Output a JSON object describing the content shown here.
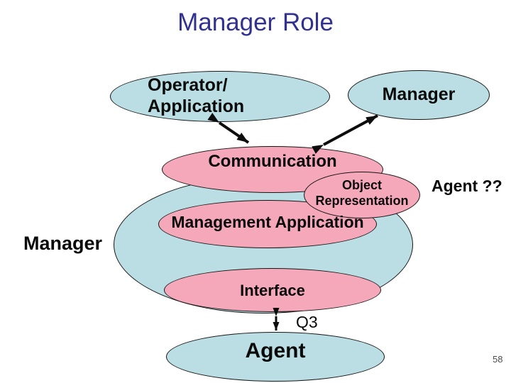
{
  "slide": {
    "title": "Manager Role",
    "page_number": "58"
  },
  "nodes": {
    "operator_application": {
      "line1": "Operator/",
      "line2": "Application",
      "shape": "ellipse",
      "fill": "blue"
    },
    "manager_top": {
      "label": "Manager",
      "shape": "ellipse",
      "fill": "blue"
    },
    "communication": {
      "label": "Communication",
      "shape": "ellipse",
      "fill": "pink"
    },
    "object_representation": {
      "line1": "Object",
      "line2": "Representation",
      "shape": "ellipse",
      "fill": "pink"
    },
    "management_application": {
      "label": "Management Application",
      "shape": "ellipse",
      "fill": "pink"
    },
    "manager_blob": {
      "label": "",
      "shape": "ellipse",
      "fill": "blue"
    },
    "interface": {
      "label": "Interface",
      "shape": "ellipse",
      "fill": "pink"
    },
    "agent": {
      "label": "Agent",
      "shape": "ellipse",
      "fill": "blue"
    }
  },
  "floating_labels": {
    "manager_left": "Manager",
    "agent_question": "Agent ??",
    "q3": "Q3"
  },
  "connections": [
    {
      "from": "Operator/Application",
      "to": "Communication",
      "style": "double-arrow"
    },
    {
      "from": "Communication",
      "to": "Manager",
      "style": "double-arrow"
    },
    {
      "from": "Interface",
      "to": "Agent",
      "style": "double-arrow",
      "label": "Q3"
    }
  ],
  "colors": {
    "background": "#ffffff",
    "title_text": "#313191",
    "node_blue": "#badee3",
    "node_pink": "#f6a8bb",
    "outline": "#161616",
    "label_text": "#0a0a0a",
    "arrow": "#0d0d0d",
    "page_number_text": "#4d4d4d"
  }
}
